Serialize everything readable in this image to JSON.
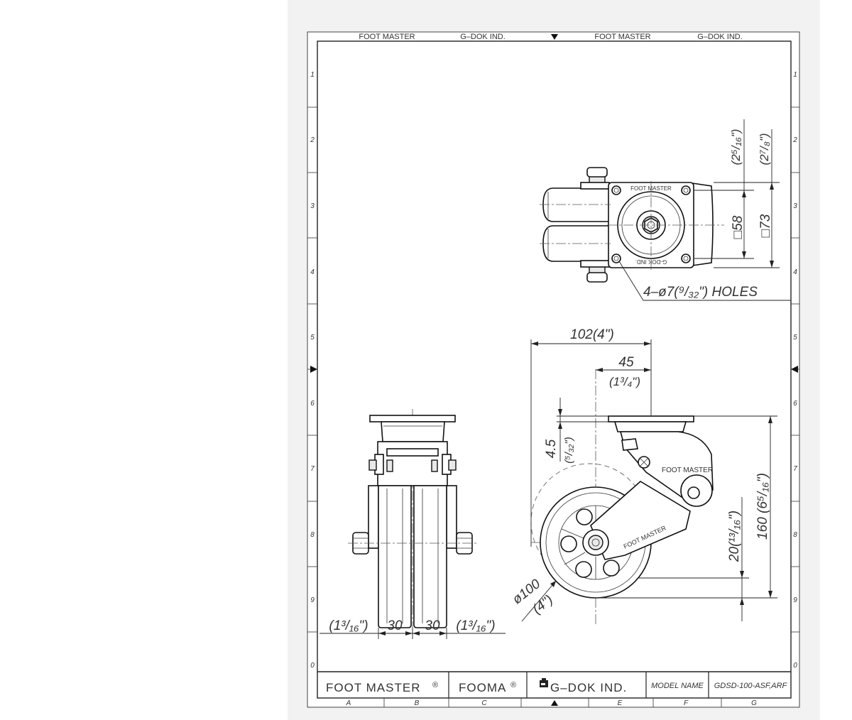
{
  "frame": {
    "top_labels": [
      "FOOT MASTER",
      "G–DOK IND.",
      "FOOT MASTER",
      "G–DOK IND."
    ],
    "row_labels": [
      "1",
      "2",
      "3",
      "4",
      "5",
      "6",
      "7",
      "8",
      "9",
      "0"
    ],
    "column_labels": [
      "A",
      "B",
      "C",
      "E",
      "F",
      "G"
    ]
  },
  "title_block": {
    "brand": "FOOT MASTER",
    "brand_mark": "®",
    "brand2": "FOOMA",
    "brand2_mark": "®",
    "company": "G–DOK IND.",
    "model_label": "MODEL NAME",
    "model_value": "GDSD-100-ASF,ARF"
  },
  "top_view": {
    "plate_label_top": "FOOT MASTER",
    "plate_label_bottom": "G-DOK IND.",
    "dim_square_inner": "□58",
    "dim_square_outer": "□73",
    "dim_inch_inner": "(2⁵/₁₆\")",
    "dim_inch_outer": "(2⁷/₈\")",
    "holes_note": "4–ø7(⁹/₃₂\") HOLES"
  },
  "front_view": {
    "dims": [
      "(1³/₁₆\")",
      "30",
      "30",
      "(1³/₁₆\")"
    ]
  },
  "side_view": {
    "dim_offset_total": "102(4\")",
    "dim_offset": "45",
    "dim_offset_inch": "(1³/₄\")",
    "dim_plate": "4.5",
    "dim_plate_inch": "(⁵/₃₂\")",
    "dim_height": "160 (6⁵/₁₆\")",
    "dim_axle": "20(¹³/₁₆\")",
    "dim_wheel": "ø100",
    "dim_wheel_inch": "(4\")",
    "label_arm": "FOOT MASTER",
    "label_fork": "FOOT MASTER"
  }
}
